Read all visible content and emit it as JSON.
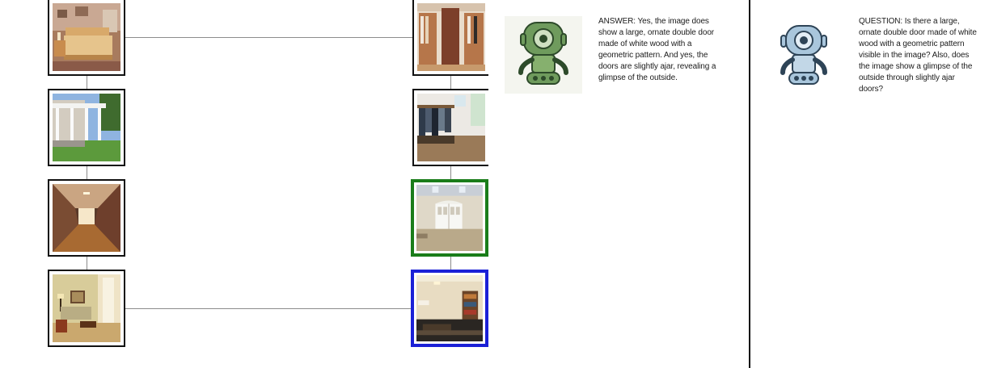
{
  "nodes": {
    "left": [
      {
        "name": "bedroom"
      },
      {
        "name": "porch-pergola"
      },
      {
        "name": "hallway"
      },
      {
        "name": "living-room"
      }
    ],
    "right": [
      {
        "name": "closet"
      },
      {
        "name": "mudroom"
      },
      {
        "name": "white-doors-room",
        "highlight": "green"
      },
      {
        "name": "lamp-room",
        "highlight": "blue"
      }
    ]
  },
  "colors": {
    "green_highlight": "#1a7d1a",
    "blue_highlight": "#1b20d6",
    "connector": "#8c8c8c",
    "answer_robot": "#6f9b5d",
    "question_robot": "#a9c6dc"
  },
  "answer": {
    "avatar_icon": "robot-green-icon",
    "text": "ANSWER: Yes, the image does show a large, ornate double door made of white wood with a geometric pattern. And yes, the doors are slightly ajar, revealing a glimpse of the outside."
  },
  "question": {
    "avatar_icon": "robot-blue-icon",
    "text": "QUESTION: Is there a large, ornate double door made of white wood with a geometric pattern visible in the image? Also, does the image show a glimpse of the outside through slightly ajar doors?"
  }
}
